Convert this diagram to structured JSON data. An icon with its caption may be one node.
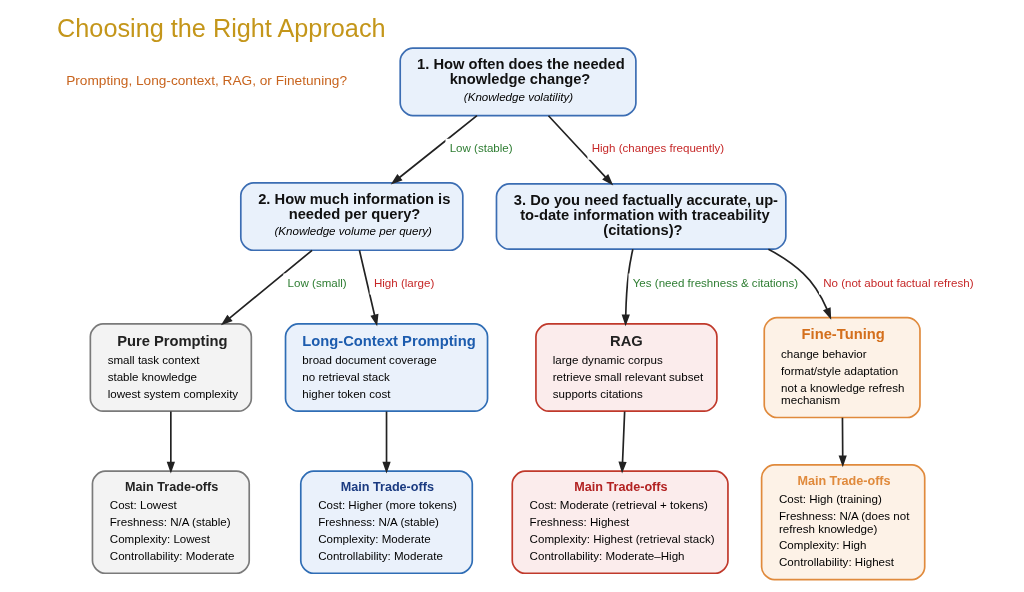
{
  "diagram": {
    "title": "Choosing the Right Approach",
    "nodes": [
      {
        "text": [
          "1. How often does the needed knowledge change?",
          "(Knowledge volatility)"
        ]
      },
      {
        "text": [
          "2. How much information is needed per query?",
          "(Knowledge volume per query)"
        ]
      },
      {
        "text": [
          "3. Do you need factually accurate, up-to-date information with traceability (citations)?"
        ]
      },
      {
        "text": [
          "Pure Prompting",
          "small task context",
          "stable knowledge",
          "lowest system complexity"
        ]
      },
      {
        "text": [
          "Long-Context Prompting",
          "broad document coverage",
          "no retrieval stack",
          "higher token cost"
        ]
      },
      {
        "text": [
          "RAG",
          "large dynamic corpus",
          "retrieve small relevant subset",
          "supports citations"
        ]
      },
      {
        "text": [
          "Fine-Tuning",
          "change behavior",
          "format/style adaptation",
          "not a knowledge refresh mechanism"
        ]
      },
      {
        "text": [
          "Main Trade-offs",
          "Cost: Lowest",
          "Freshness: N/A (stable)",
          "Complexity: Lowest",
          "Controllability: Moderate"
        ]
      },
      {
        "text": [
          "Main Trade-offs",
          "Cost: Higher (more tokens)",
          "Freshness: N/A (stable)",
          "Complexity: Moderate",
          "Controllability: Moderate"
        ]
      },
      {
        "text": [
          "Main Trade-offs",
          "Cost: Moderate (retrieval + tokens)",
          "Freshness: Highest",
          "Complexity: Highest (retrieval stack)",
          "Controllability: Moderate–High"
        ]
      },
      {
        "text": [
          "Main Trade-offs",
          "Cost: High (training)",
          "Freshness: N/A (does not refresh knowledge)",
          "Complexity: High",
          "Controllability: Highest"
        ]
      }
    ],
    "edges": [
      {
        "from": 0,
        "to": 1,
        "arrow": "to",
        "label": "Low (stable)"
      },
      {
        "from": 0,
        "to": 2,
        "arrow": "to",
        "label": "High (changes frequently)"
      },
      {
        "from": 1,
        "to": 3,
        "arrow": "to",
        "label": "Low (small)"
      },
      {
        "from": 1,
        "to": 4,
        "arrow": "to",
        "label": "High (large)"
      },
      {
        "from": 2,
        "to": 5,
        "arrow": "to",
        "label": "Yes (need freshness & citations)"
      },
      {
        "from": 2,
        "to": 6,
        "arrow": "to",
        "label": "No (not about factual refresh)"
      },
      {
        "from": 3,
        "to": 7,
        "arrow": "to"
      },
      {
        "from": 4,
        "to": 8,
        "arrow": "to"
      },
      {
        "from": 5,
        "to": 9,
        "arrow": "to"
      },
      {
        "from": 6,
        "to": 10,
        "arrow": "to"
      }
    ],
    "labels": [
      "Prompting, Long-context, RAG, or Finetuning?"
    ]
  }
}
